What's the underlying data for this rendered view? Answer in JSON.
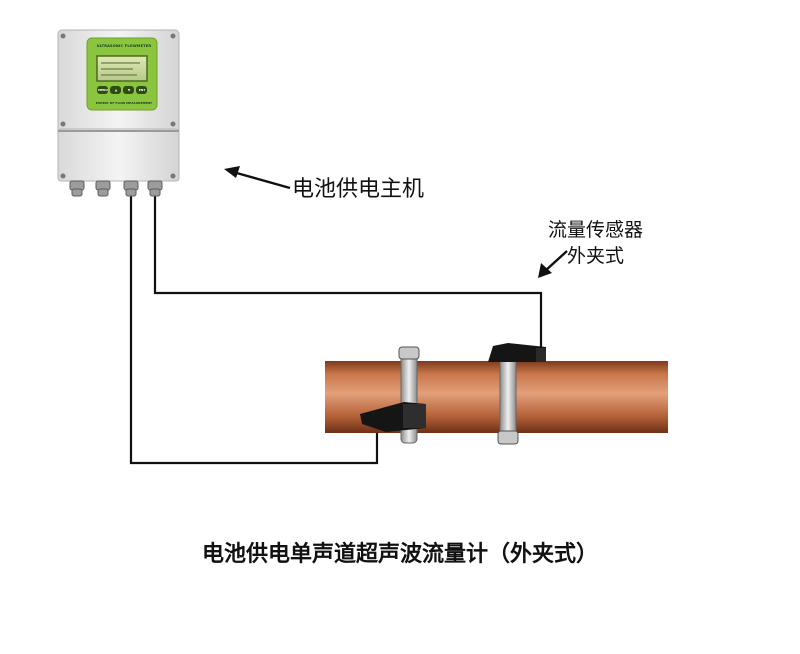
{
  "labels": {
    "host": "电池供电主机",
    "sensor_line1": "流量传感器",
    "sensor_line2": "外夹式",
    "caption": "电池供电单声道超声波流量计（外夹式）"
  },
  "device": {
    "panel_title": "ULTRASONIC FLOWMETER",
    "panel_subtitle": "EXPERT OF FLOW MEASUREMENT",
    "keys": [
      "MENU",
      "▲",
      "▼",
      "ENT"
    ]
  },
  "colors": {
    "panel_green": "#8bc53f",
    "pipe_copper": "#b8643b",
    "cable": "#111111",
    "enclosure": "#ececec"
  }
}
